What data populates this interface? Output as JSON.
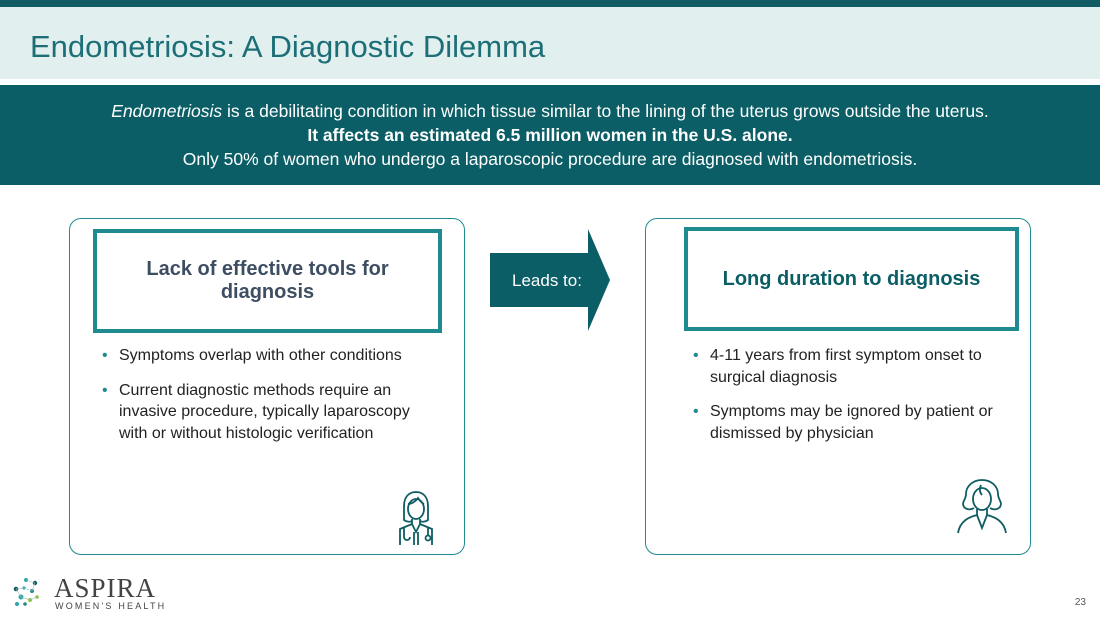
{
  "header": {
    "title": "Endometriosis: A Diagnostic Dilemma"
  },
  "banner": {
    "line1_italic": "Endometriosis",
    "line1_rest": " is a debilitating condition in which tissue similar to the lining of the uterus grows outside the uterus.",
    "line2": "It affects an estimated 6.5 million women in the U.S. alone.",
    "line3": "Only 50% of women who undergo a laparoscopic procedure are diagnosed with endometriosis."
  },
  "left_card": {
    "title": "Lack of effective tools for diagnosis",
    "bullets": [
      "Symptoms overlap with other conditions",
      "Current diagnostic methods require an invasive procedure, typically laparoscopy with or without histologic verification"
    ],
    "icon": "doctor-icon"
  },
  "arrow": {
    "label": "Leads to:"
  },
  "right_card": {
    "title": "Long duration to diagnosis",
    "bullets": [
      "4-11 years from first symptom onset to surgical diagnosis",
      "Symptoms may be ignored by patient or dismissed by physician"
    ],
    "icon": "woman-icon"
  },
  "footer": {
    "logo_name": "ASPIRA",
    "logo_sub": "WOMEN'S HEALTH",
    "page_number": "23"
  },
  "colors": {
    "teal_dark": "#0b5e65",
    "teal": "#1f8a8f",
    "title_bg": "#e2efef",
    "left_title": "#3e4e62"
  }
}
